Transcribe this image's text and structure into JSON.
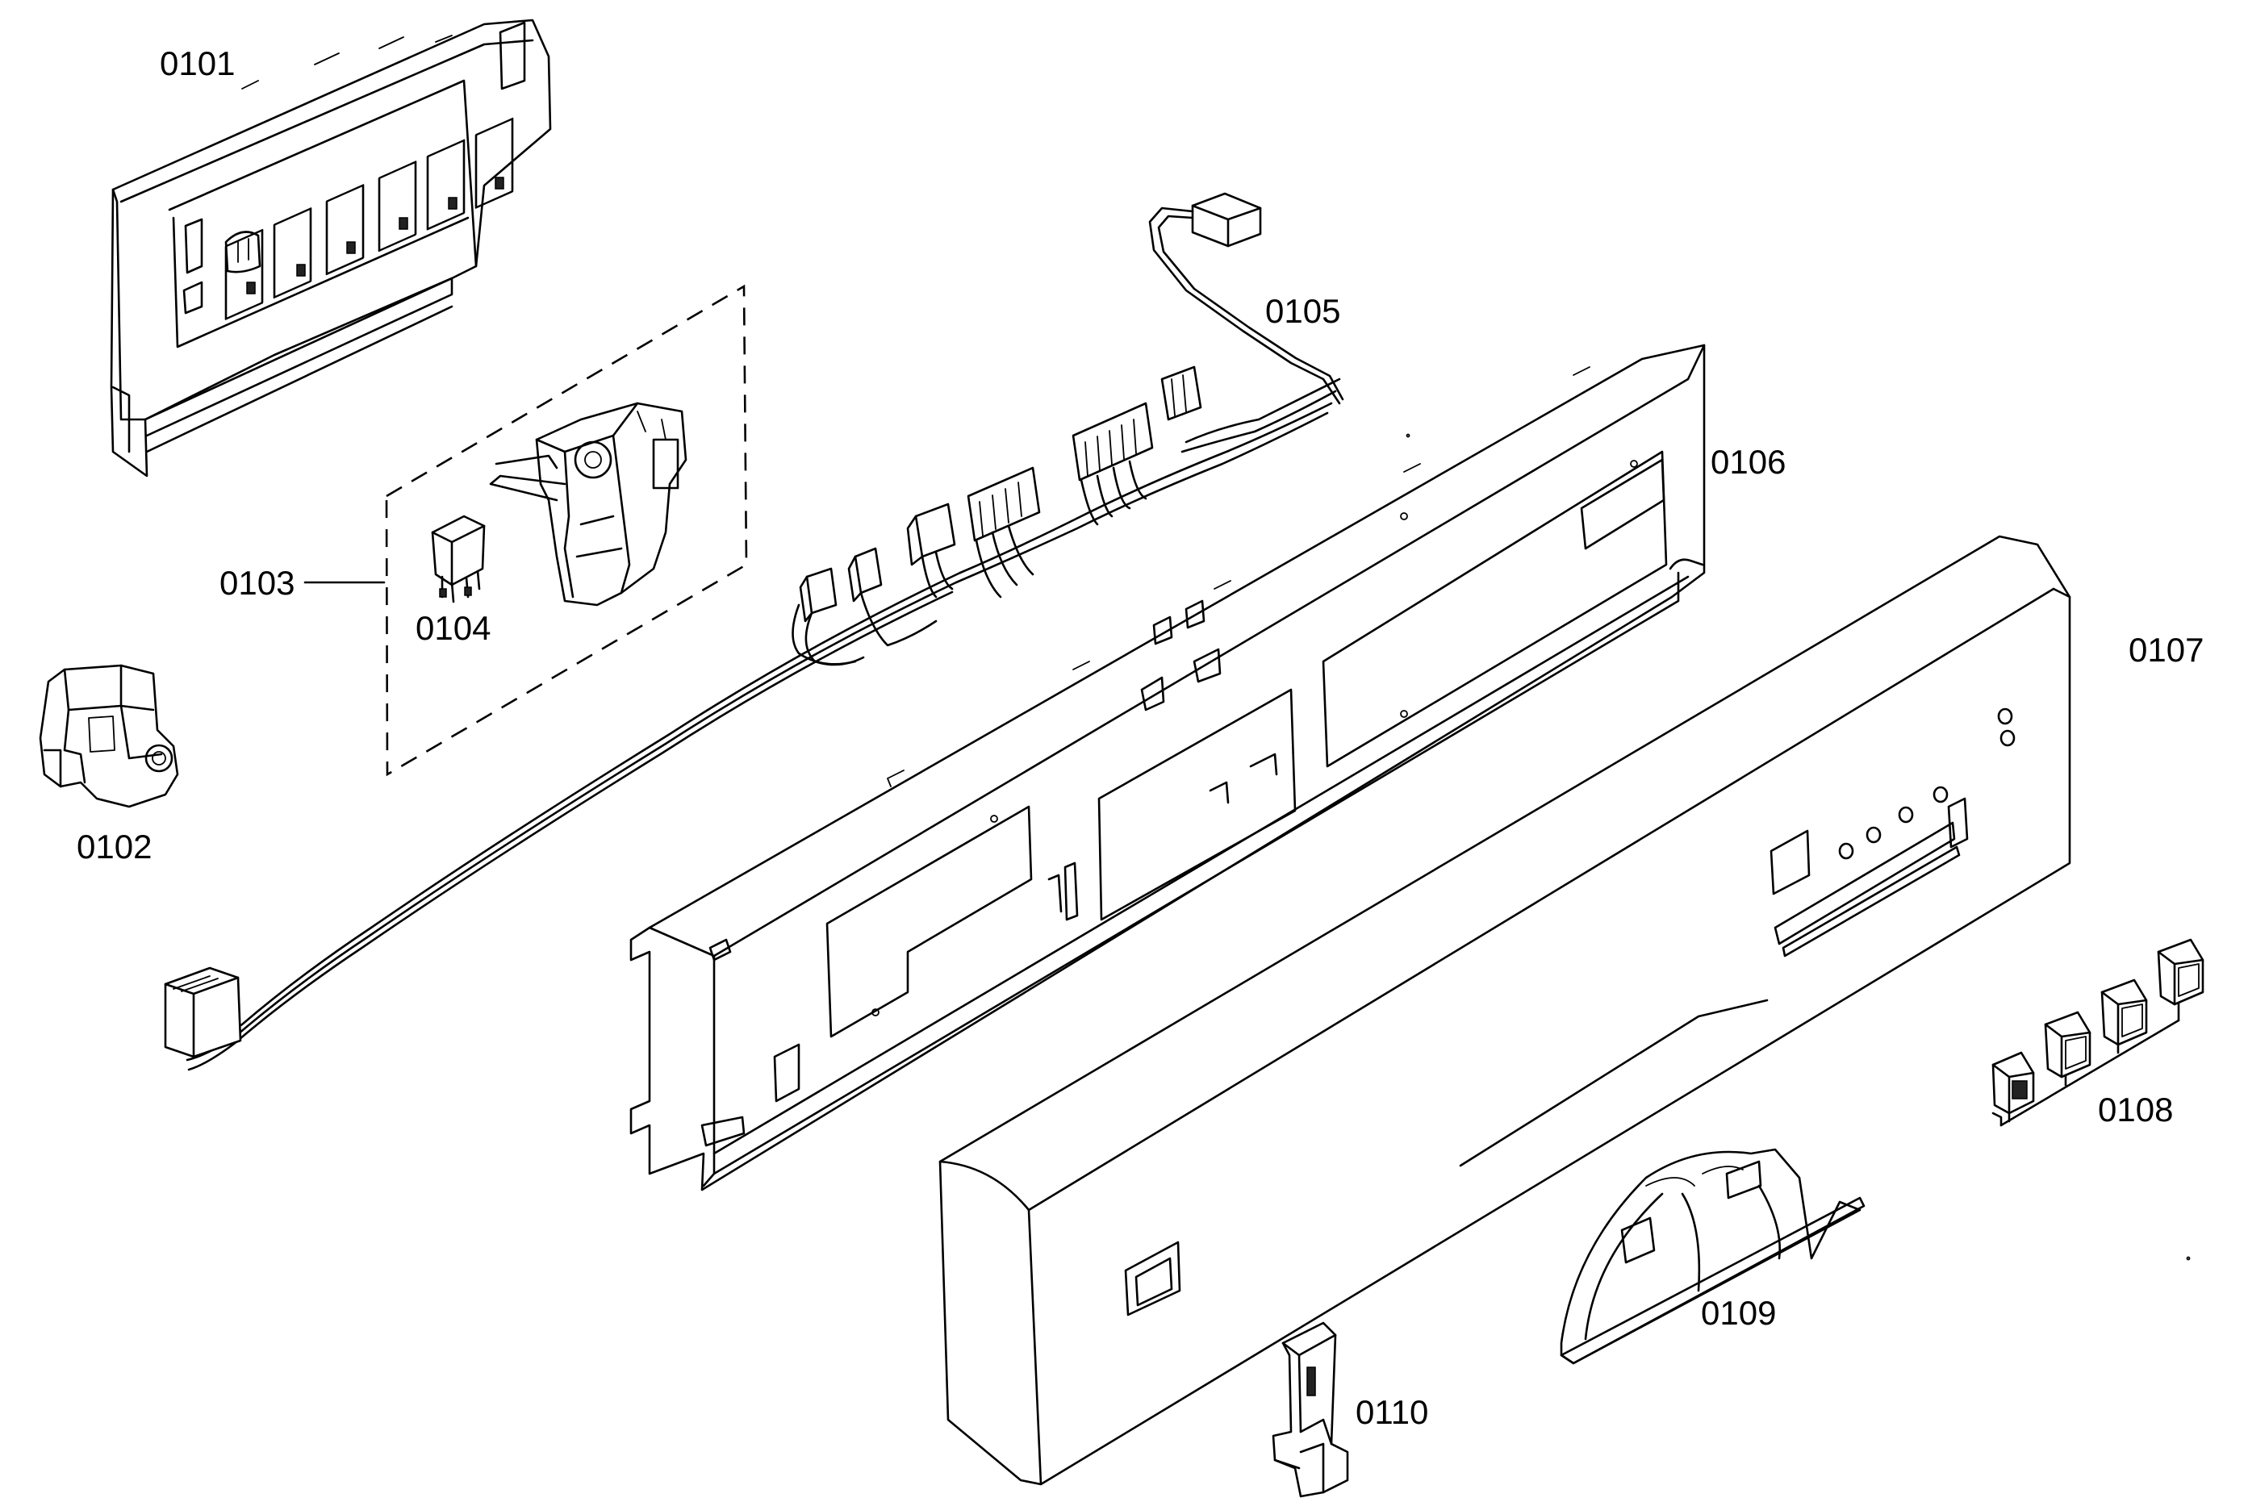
{
  "parts": [
    {
      "id": "0101",
      "label": "0101"
    },
    {
      "id": "0102",
      "label": "0102"
    },
    {
      "id": "0103",
      "label": "0103"
    },
    {
      "id": "0104",
      "label": "0104"
    },
    {
      "id": "0105",
      "label": "0105"
    },
    {
      "id": "0106",
      "label": "0106"
    },
    {
      "id": "0107",
      "label": "0107"
    },
    {
      "id": "0108",
      "label": "0108"
    },
    {
      "id": "0109",
      "label": "0109"
    },
    {
      "id": "0110",
      "label": "0110"
    }
  ],
  "colors": {
    "line": "#000000",
    "background": "#ffffff"
  }
}
